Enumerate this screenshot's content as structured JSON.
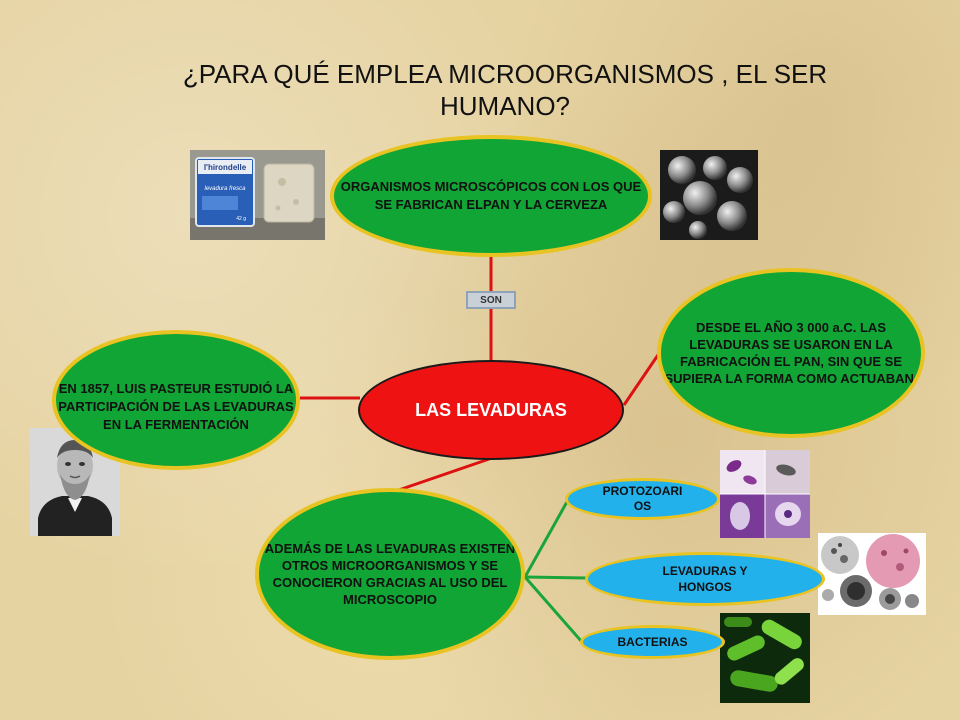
{
  "title": "¿PARA QUÉ EMPLEA MICROORGANISMOS , EL SER HUMANO?",
  "nodes": {
    "center": "LAS LEVADURAS",
    "top": "ORGANISMOS MICROSCÓPICOS CON LOS QUE SE FABRICAN ELPAN Y LA CERVEZA",
    "left": "EN 1857, LUIS PASTEUR ESTUDIÓ LA PARTICIPACIÓN DE LAS LEVADURAS EN LA FERMENTACIÓN",
    "right": "DESDE EL AÑO 3 000 a.C. LAS LEVADURAS SE USARON EN LA FABRICACIÓN EL PAN, SIN QUE SE SUPIERA LA FORMA COMO ACTUABAN.",
    "bottom": "ADEMÁS DE LAS LEVADURAS EXISTEN OTROS MICROORGANISMOS Y SE CONOCIERON GRACIAS AL USO DEL MICROSCOPIO",
    "protozoarios": "PROTOZOARIOS",
    "levaduras_hongos": "LEVADURAS Y HONGOS",
    "bacterias": "BACTERIAS"
  },
  "connector_label": "SON",
  "yeast_package": {
    "brand": "l'hirondelle",
    "product": "levadura fresca",
    "weight": "42 g"
  },
  "colors": {
    "green_node": "#10a535",
    "red_node": "#ee1212",
    "blue_node": "#23b1ec",
    "node_border": "#e8c321",
    "red_line": "#dd1111",
    "green_line": "#1aa53a"
  }
}
